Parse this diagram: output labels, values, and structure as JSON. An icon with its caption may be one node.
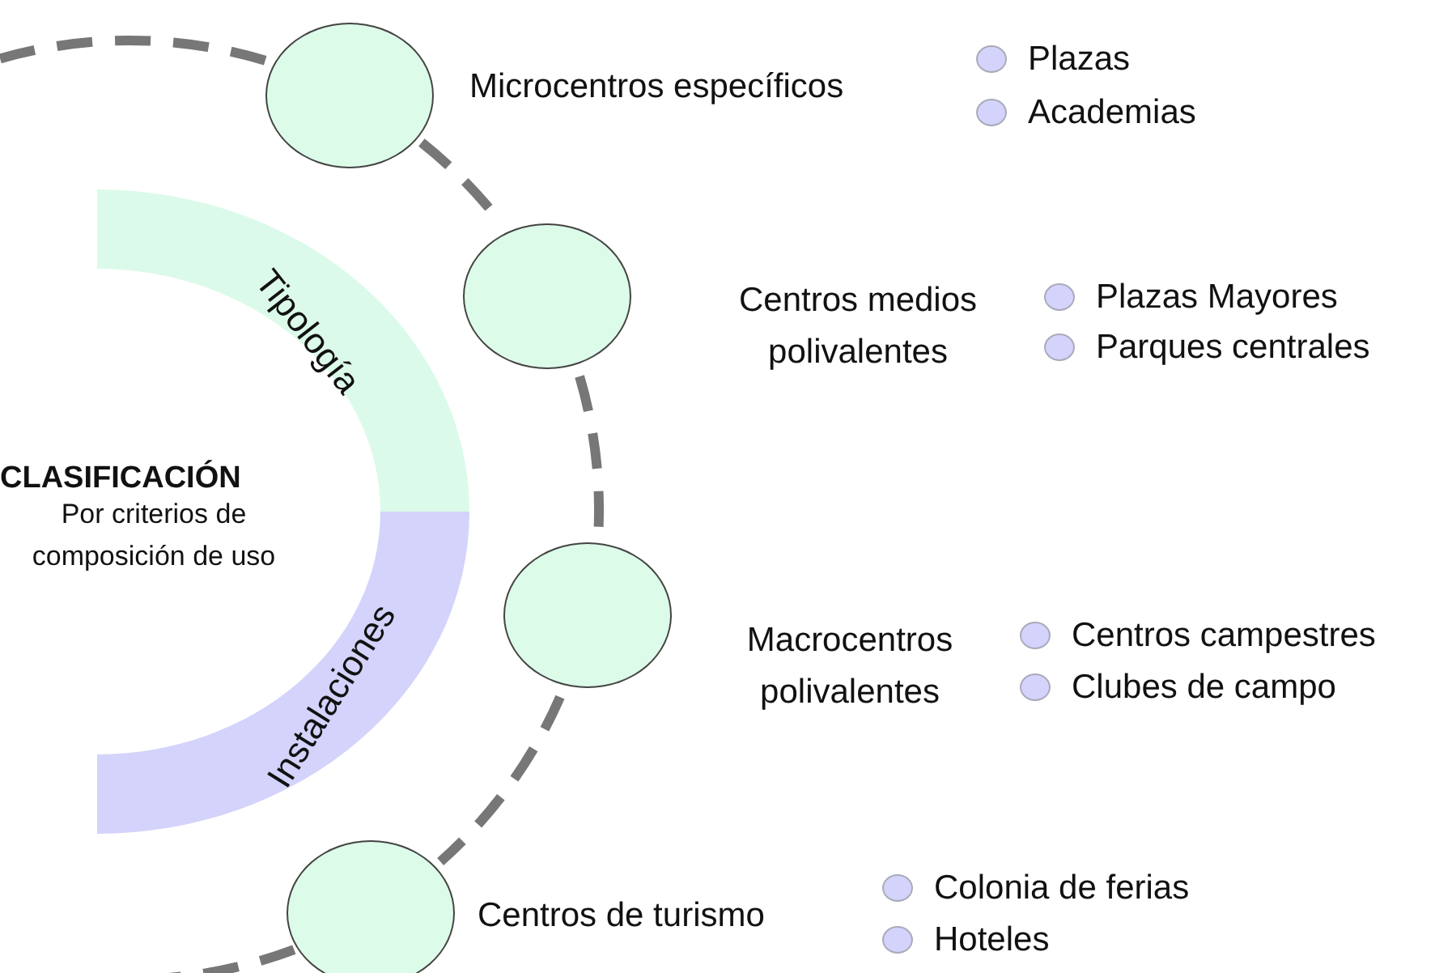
{
  "diagram": {
    "nodes": [
      {
        "text": [
          "Tipología"
        ]
      },
      {
        "text": [
          "Instalaciones"
        ]
      },
      {
        "text": [],
        "shape": "circle",
        "beside": [
          "Microcentros específicos"
        ]
      },
      {
        "text": [],
        "shape": "circle",
        "beside": [
          "Centros medios polivalentes"
        ]
      },
      {
        "text": [],
        "shape": "circle",
        "beside": [
          "Macrocentros polivalentes"
        ]
      },
      {
        "text": [],
        "shape": "circle",
        "beside": [
          "Centros de turismo"
        ]
      }
    ],
    "edges": [
      {
        "from": 2,
        "to": 3,
        "arrow": "none",
        "style": "dashed"
      },
      {
        "from": 3,
        "to": 4,
        "arrow": "none",
        "style": "dashed"
      },
      {
        "from": 4,
        "to": 5,
        "arrow": "none",
        "style": "dashed"
      }
    ],
    "labels": [
      "CLASIFICACIÓN",
      "Por criterios de composición de uso",
      "Plazas",
      "Academias",
      "Plazas Mayores",
      "Parques centrales",
      "Centros campestres",
      "Clubes de campo",
      "Colonia de ferias",
      "Hoteles"
    ]
  }
}
